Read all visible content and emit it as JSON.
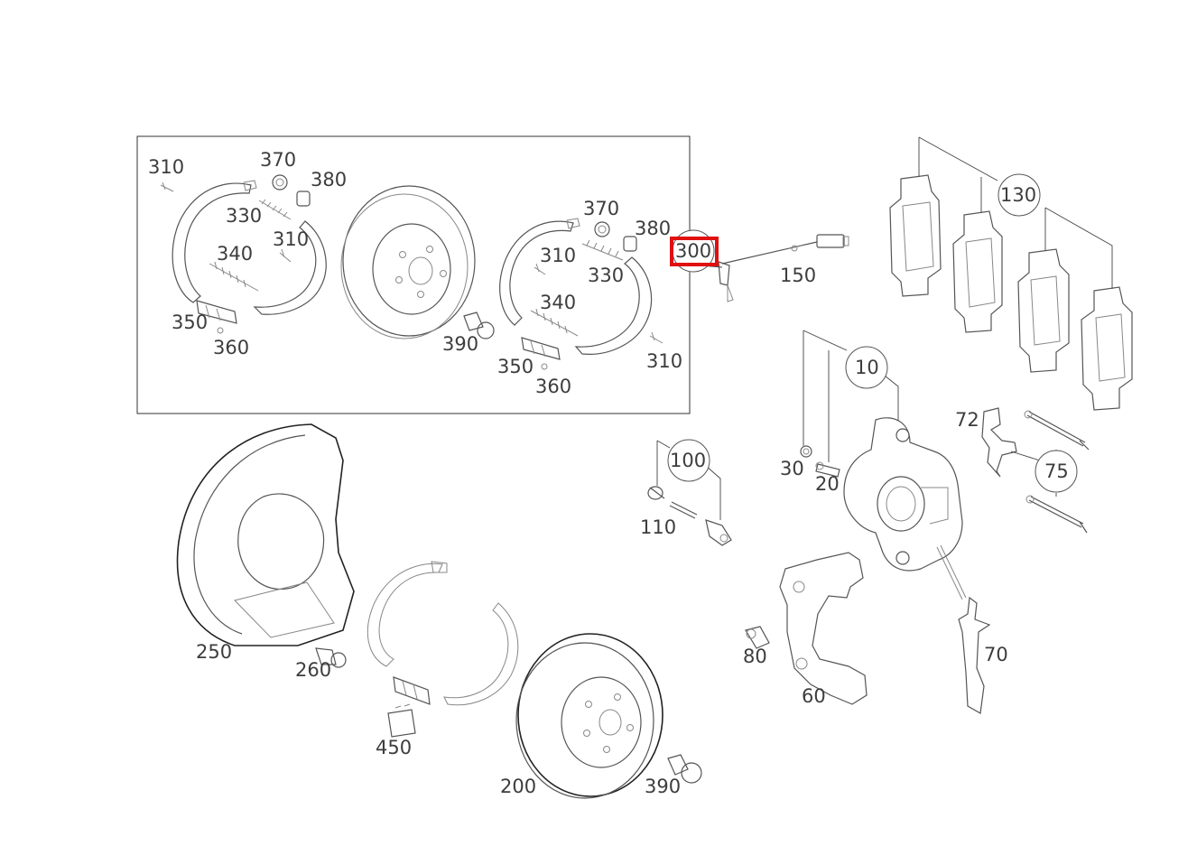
{
  "diagram": {
    "highlight_color": "#e01010",
    "callouts": {
      "c10": "10",
      "c20": "20",
      "c30": "30",
      "c60": "60",
      "c70": "70",
      "c72": "72",
      "c75": "75",
      "c80": "80",
      "c100": "100",
      "c110": "110",
      "c130": "130",
      "c150": "150",
      "c200": "200",
      "c250": "250",
      "c260": "260",
      "c300": "300",
      "c310a": "310",
      "c310b": "310",
      "c310c": "310",
      "c310d": "310",
      "c330a": "330",
      "c330b": "330",
      "c340a": "340",
      "c340b": "340",
      "c350a": "350",
      "c350b": "350",
      "c360a": "360",
      "c360b": "360",
      "c370a": "370",
      "c370b": "370",
      "c380a": "380",
      "c380b": "380",
      "c390a": "390",
      "c390b": "390",
      "c450": "450"
    }
  }
}
